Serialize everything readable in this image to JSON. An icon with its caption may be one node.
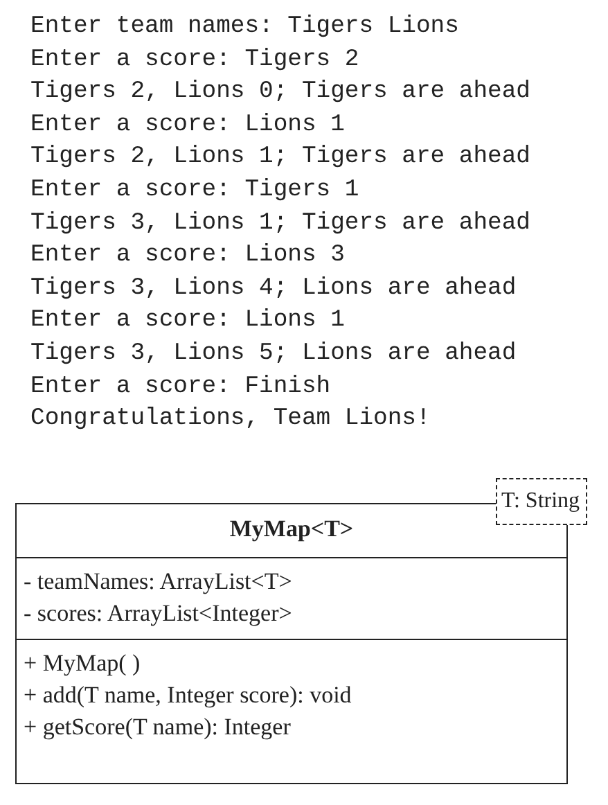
{
  "diagram": {
    "nodes": [
      {
        "text": [
          "MyMap<T>"
        ]
      },
      {
        "text": [
          "- teamNames: ArrayList<T>",
          "- scores: ArrayList<Integer>"
        ]
      },
      {
        "text": [
          "+ MyMap( )",
          "+ add(T name, Integer score): void",
          "+ getScore(T name): Integer"
        ]
      },
      {
        "text": [
          "T: String"
        ]
      }
    ],
    "labels": [
      "Enter team names: Tigers Lions",
      "Enter a score: Tigers 2",
      "Tigers 2, Lions 0; Tigers are ahead",
      "Enter a score: Lions 1",
      "Tigers 2, Lions 1; Tigers are ahead",
      "Enter a score: Tigers 1",
      "Tigers 3, Lions 1; Tigers are ahead",
      "Enter a score: Lions 3",
      "Tigers 3, Lions 4; Lions are ahead",
      "Enter a score: Lions 1",
      "Tigers 3, Lions 5; Lions are ahead",
      "Enter a score: Finish",
      "Congratulations, Team Lions!"
    ]
  }
}
